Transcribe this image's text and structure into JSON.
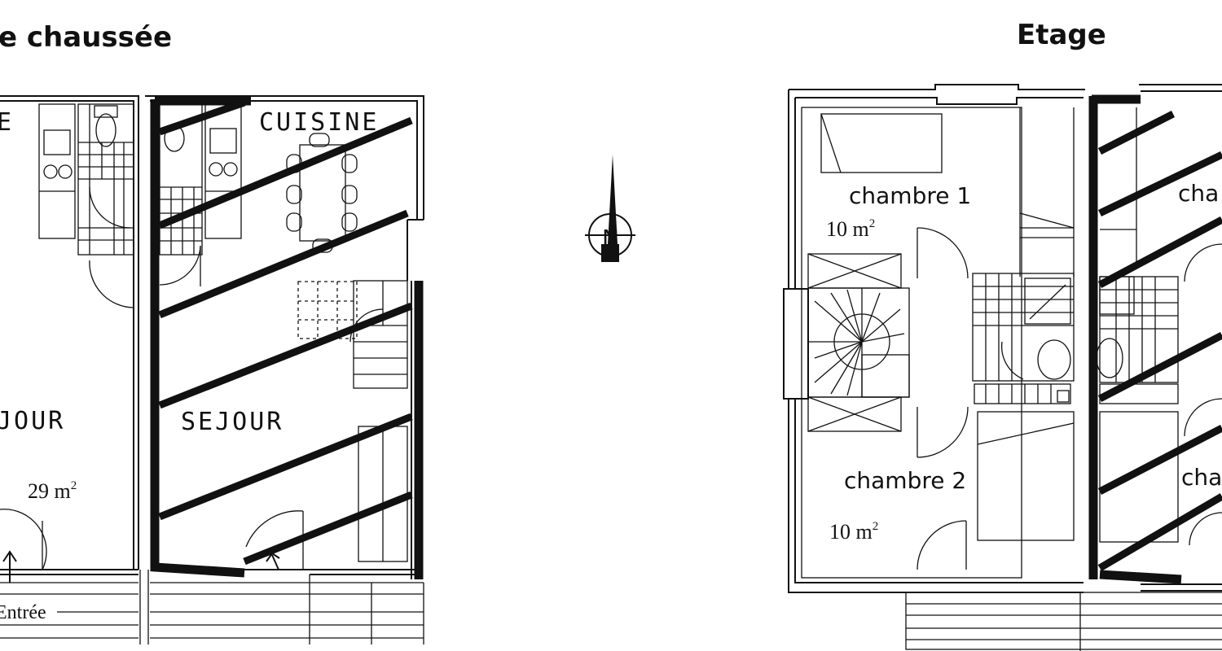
{
  "floor_titles": {
    "ground": "e chaussée",
    "upper": "Etage"
  },
  "rooms": {
    "ground_left_partial": "E",
    "cuisine": "CUISINE",
    "sejour_left": "JOUR",
    "sejour_right": "SEJOUR",
    "chambre1": "chambre 1",
    "chambre2": "chambre 2",
    "chambre_right_top": "cha",
    "chambre_right_bottom": "cha"
  },
  "areas": {
    "sejour": "29 m",
    "chambre1": "10 m",
    "chambre2": "10 m",
    "superscript": "2"
  },
  "entrance_label": "Entrée",
  "compass_letter": "N"
}
